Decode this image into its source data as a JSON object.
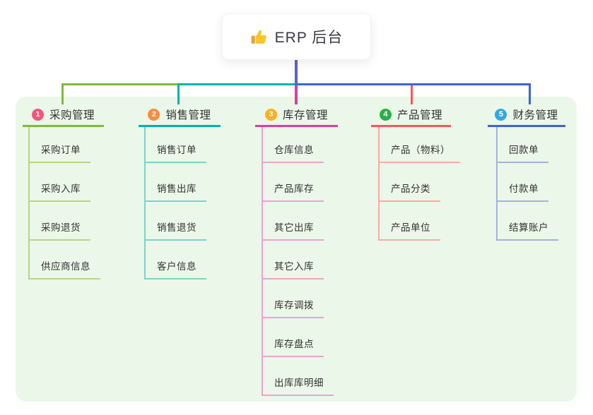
{
  "root": {
    "label": "ERP 后台",
    "icon": "thumbs-up-icon"
  },
  "theme": {
    "page_bg": "#ffffff",
    "panel_bg": "#ebf7e8",
    "text_color": "#333333",
    "root_line_color": "#5a64c8",
    "thumb_color": "#f7c52e",
    "thumb_cuff_color": "#e8a33d"
  },
  "branches": [
    {
      "index": "1",
      "title": "采购管理",
      "badge_color": "#f4547c",
      "line_color": "#7eba3e",
      "child_line_color": "#b3d788",
      "children": [
        "采购订单",
        "采购入库",
        "采购退货",
        "供应商信息"
      ]
    },
    {
      "index": "2",
      "title": "销售管理",
      "badge_color": "#fb8b3f",
      "line_color": "#00b2ae",
      "child_line_color": "#7fd2cb",
      "children": [
        "销售订单",
        "销售出库",
        "销售退货",
        "客户信息"
      ]
    },
    {
      "index": "3",
      "title": "库存管理",
      "badge_color": "#fbb01f",
      "line_color": "#d5419d",
      "child_line_color": "#eda2cf",
      "children": [
        "仓库信息",
        "产品库存",
        "其它出库",
        "其它入库",
        "库存调拨",
        "库存盘点",
        "出库库明细"
      ]
    },
    {
      "index": "4",
      "title": "产品管理",
      "badge_color": "#27b148",
      "line_color": "#f8565c",
      "child_line_color": "#fcaaa4",
      "children": [
        "产品（物料）",
        "产品分类",
        "产品单位"
      ]
    },
    {
      "index": "5",
      "title": "财务管理",
      "badge_color": "#31a9e2",
      "line_color": "#3f63d2",
      "child_line_color": "#a4b2de",
      "children": [
        "回款单",
        "付款单",
        "结算账户"
      ]
    }
  ]
}
